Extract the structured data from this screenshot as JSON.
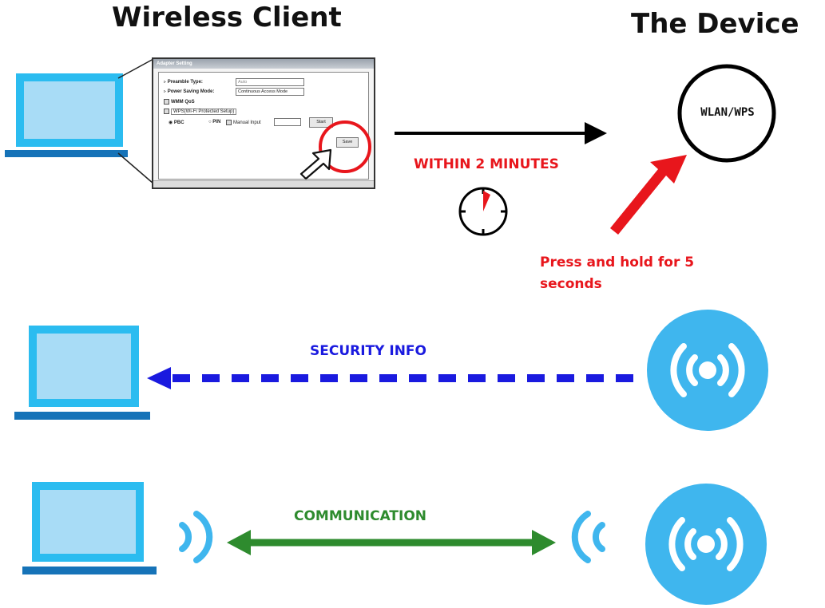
{
  "titles": {
    "client": "Wireless Client",
    "device": "The Device"
  },
  "labels": {
    "within": "WITHIN 2 MINUTES",
    "press_line1": "Press and hold for 5",
    "press_line2": "seconds",
    "wlan_button": "WLAN/WPS",
    "security": "SECURITY INFO",
    "communication": "COMMUNICATION"
  },
  "dialog": {
    "title": "Adapter Setting",
    "preamble_label": "Preamble Type:",
    "preamble_value": "Auto",
    "power_label": "Power Saving Mode:",
    "power_value": "Continuous Access Mode",
    "wmm_label": "WMM QoS",
    "wps_label": "WPS(Wi-Fi Protected Setup)",
    "pbc_label": "PBC",
    "pin_label": "PIN",
    "manual_label": "Manual Input",
    "start_label": "Start",
    "save_label": "Save"
  },
  "colors": {
    "laptop": "#2bbcf0",
    "laptop_screen": "#a8dcf6",
    "router": "#3fb6ee",
    "red": "#e8161c",
    "blue": "#1a1adf",
    "green": "#2e8b2e"
  },
  "icons": {
    "laptop": "laptop-icon",
    "router": "wireless-router-icon",
    "timer": "stopwatch-icon",
    "cursor": "mouse-pointer-icon",
    "signal": "wifi-signal-icon"
  }
}
